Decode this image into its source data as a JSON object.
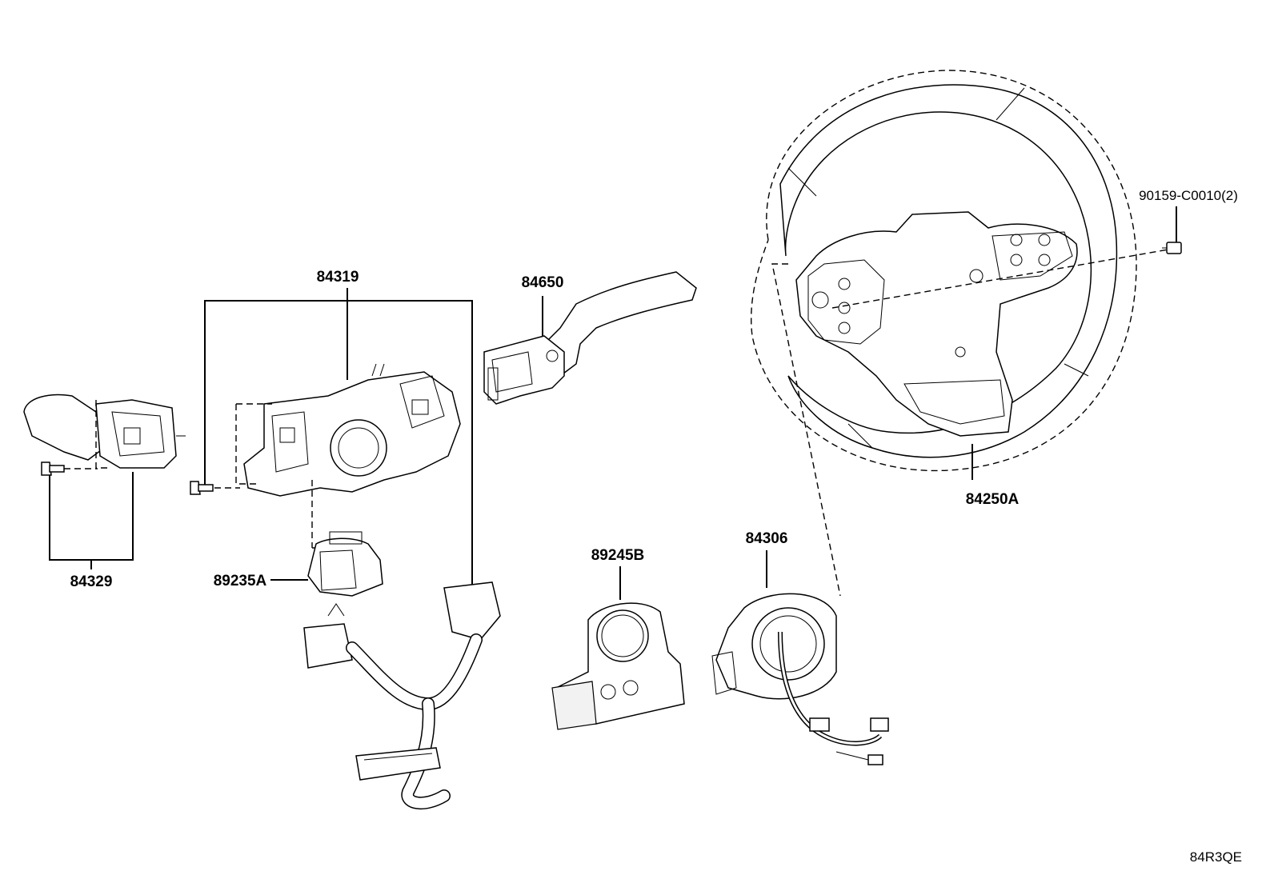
{
  "labels": {
    "p84319": "84319",
    "p84650": "84650",
    "p90159": "90159-C0010(2)",
    "p84250A": "84250A",
    "p84329": "84329",
    "p89235A": "89235A",
    "p89245B": "89245B",
    "p84306": "84306"
  },
  "diagram_code": "84R3QE"
}
